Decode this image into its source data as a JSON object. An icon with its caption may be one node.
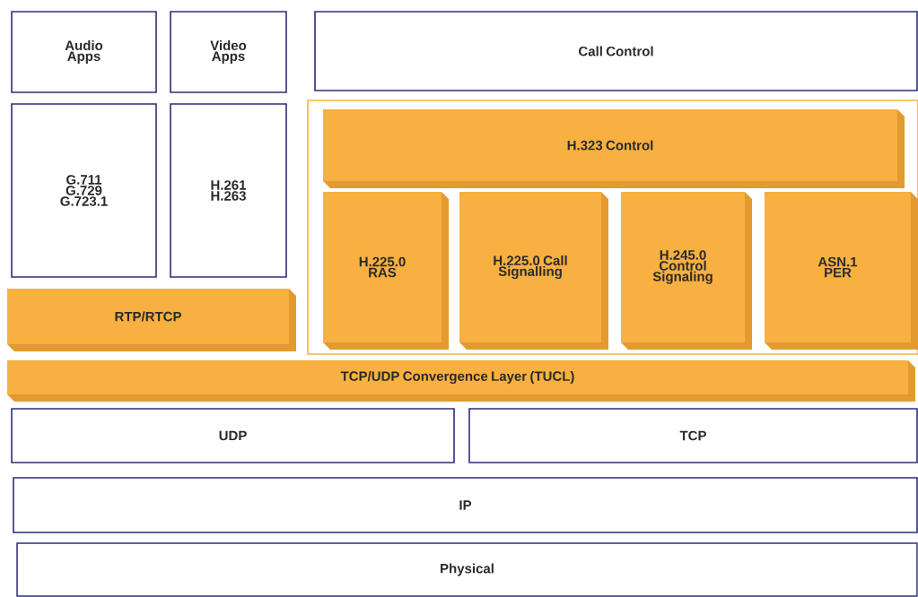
{
  "diagram": {
    "nodes": [
      {
        "text": [
          "Audio Apps"
        ]
      },
      {
        "text": [
          "Video Apps"
        ]
      },
      {
        "text": [
          "Call Control"
        ]
      },
      {
        "text": [
          "G.711 G.729 G.723.1"
        ]
      },
      {
        "text": [
          "H.261 H.263"
        ]
      },
      {
        "text": [],
        "shape": "box"
      },
      {
        "text": [
          "H.323 Control"
        ],
        "in": 5
      },
      {
        "text": [
          "H.225.0 RAS"
        ],
        "in": 5
      },
      {
        "text": [
          "H.225.0 Call Signalling"
        ],
        "in": 5
      },
      {
        "text": [
          "H.245.0 Control Signaling"
        ],
        "in": 5
      },
      {
        "text": [
          "ASN.1 PER"
        ],
        "in": 5
      },
      {
        "text": [
          "RTP/RTCP"
        ]
      },
      {
        "text": [
          "TCP/UDP Convergence Layer (TUCL)"
        ]
      },
      {
        "text": [
          "UDP"
        ]
      },
      {
        "text": [
          "TCP"
        ]
      },
      {
        "text": [
          "IP"
        ]
      },
      {
        "text": [
          "Physical"
        ]
      }
    ]
  }
}
